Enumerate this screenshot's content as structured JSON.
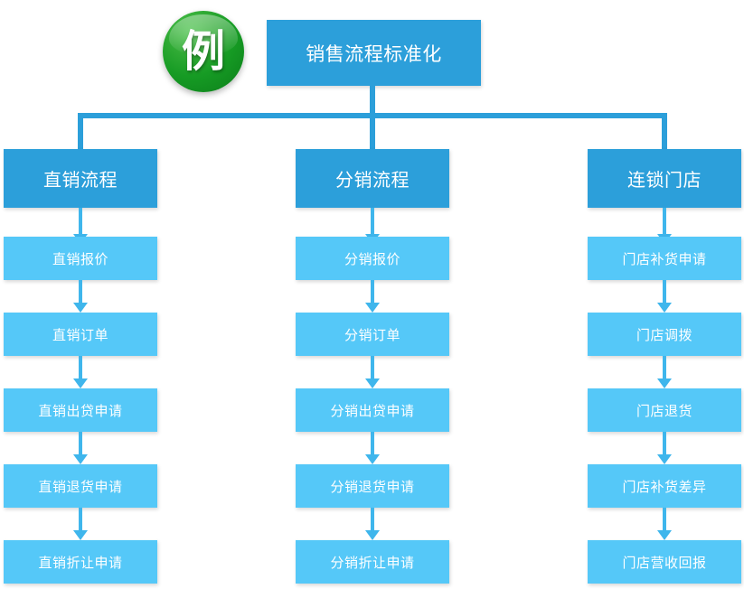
{
  "diagram": {
    "logo": {
      "char": "例",
      "name": "example-badge",
      "color": "#169b24"
    },
    "root": {
      "label": "销售流程标准化",
      "color": "#2c9fda"
    },
    "branch_color": "#2c9fda",
    "leaf_color": "#55c8f8",
    "connector_color": "#3fb6ec",
    "columns": [
      {
        "branch": "直销流程",
        "steps": [
          "直销报价",
          "直销订单",
          "直销出贷申请",
          "直销退货申请",
          "直销折让申请"
        ]
      },
      {
        "branch": "分销流程",
        "steps": [
          "分销报价",
          "分销订单",
          "分销出贷申请",
          "分销退货申请",
          "分销折让申请"
        ]
      },
      {
        "branch": "连锁门店",
        "steps": [
          "门店补货申请",
          "门店调拨",
          "门店退货",
          "门店补货差异",
          "门店营收回报"
        ]
      }
    ]
  }
}
